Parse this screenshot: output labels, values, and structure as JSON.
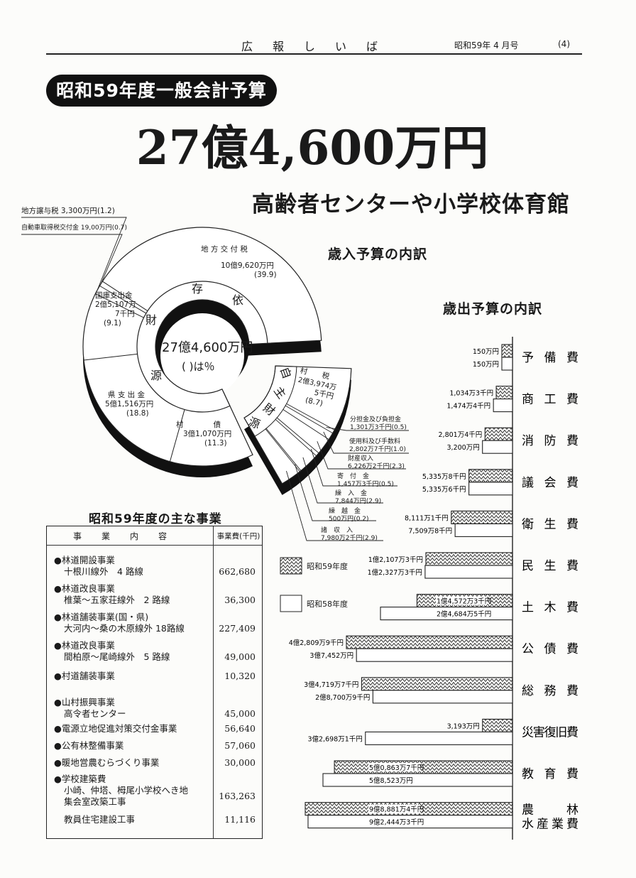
{
  "header": {
    "title": "広　報　し　い　ば",
    "issue": "昭和59年 4 月号",
    "page": "(4)"
  },
  "headline": {
    "badge": "昭和59年度一般会計予算",
    "amount": "27億4,600万円",
    "subtitle": "高齢者センターや小学校体育館"
  },
  "revenue": {
    "title": "歳入予算の内訳",
    "center_total": "27億4,600万円",
    "center_note": "( )は％",
    "dependent_chars": [
      "存",
      "依",
      "財",
      "源"
    ],
    "autonomous_chars": [
      "自",
      "主",
      "財",
      "源"
    ],
    "dependent": [
      {
        "name": "村　　　　債",
        "amount": [
          "3億1,070万円"
        ],
        "pct_label": "(11.3)",
        "pct": 11.3
      },
      {
        "name": "県 支 出 金",
        "amount": [
          "5億1,516万円"
        ],
        "pct_label": "(18.8)",
        "pct": 18.8
      },
      {
        "name": "国庫支出金",
        "amount": [
          "2億5,107万",
          "7千円"
        ],
        "pct_label": "(9.1)",
        "pct": 9.1
      },
      {
        "name": "地方譲与税",
        "amount": [
          "3,300万円"
        ],
        "pct_label": "(1.2)",
        "pct": 1.2
      },
      {
        "name": "自動車取得税交付金",
        "amount": [
          "19,00万円"
        ],
        "pct_label": "(0.7)",
        "pct": 0.7
      },
      {
        "name": "地 方 交 付 税",
        "amount": [
          "10億9,620万円"
        ],
        "pct_label": "(39.9)",
        "pct": 39.9
      }
    ],
    "autonomous": [
      {
        "name": "村　　税",
        "amount": [
          "2億3,974万",
          "5千円"
        ],
        "pct_label": "(8.7)",
        "pct": 8.7
      },
      {
        "name": "分担金及び負担金",
        "amount": [
          "1,301万3千円"
        ],
        "pct_label": "(0.5)",
        "pct": 0.5
      },
      {
        "name": "使用料及び手数料",
        "amount": [
          "2,802万7千円"
        ],
        "pct_label": "(1.0)",
        "pct": 1.0
      },
      {
        "name": "財産収入",
        "amount": [
          "6,226万2千円"
        ],
        "pct_label": "(2.3)",
        "pct": 2.3
      },
      {
        "name": "寄　付　金",
        "amount": [
          "1,457万3千円"
        ],
        "pct_label": "(0.5)",
        "pct": 0.5
      },
      {
        "name": "繰　入　金",
        "amount": [
          "7,844万円"
        ],
        "pct_label": "(2.9)",
        "pct": 2.9
      },
      {
        "name": "繰　越　金",
        "amount": [
          "500万円"
        ],
        "pct_label": "(0.2)",
        "pct": 0.2
      },
      {
        "name": "諸　収　入",
        "amount": [
          "7,980万2千円"
        ],
        "pct_label": "(2.9)",
        "pct": 2.9
      }
    ]
  },
  "expenditure": {
    "title": "歳出予算の内訳",
    "legend": [
      {
        "label": "昭和59年度",
        "style": "hatched"
      },
      {
        "label": "昭和58年度",
        "style": "plain"
      }
    ],
    "unit": "万円",
    "categories": [
      {
        "name": "予　備　費",
        "v59": 150,
        "v58": 150,
        "label59": "150万円",
        "label58": "150万円"
      },
      {
        "name": "商　工　費",
        "v59": 1034.3,
        "v58": 1474.4,
        "label59": "1,034万3千円",
        "label58": "1,474万4千円"
      },
      {
        "name": "消　防　費",
        "v59": 2801.4,
        "v58": 3200,
        "label59": "2,801万4千円",
        "label58": "3,200万円"
      },
      {
        "name": "議　会　費",
        "v59": 5335.8,
        "v58": 5335.6,
        "label59": "5,335万8千円",
        "label58": "5,335万6千円"
      },
      {
        "name": "衛　生　費",
        "v59": 8111.1,
        "v58": 7509.8,
        "label59": "8,111万1千円",
        "label58": "7,509万8千円"
      },
      {
        "name": "民　生　費",
        "v59": 12107.3,
        "v58": 12327.3,
        "label59": "1億2,107万3千円",
        "label58": "1億2,327万3千円"
      },
      {
        "name": "土　木　費",
        "v59": 14572.3,
        "v58": 24684.5,
        "label59": "1億4,572万3千円",
        "label58": "2億4,684万5千円"
      },
      {
        "name": "公　債　費",
        "v59": 42809.9,
        "v58": 37452,
        "label59": "4億2,809万9千円",
        "label58": "3億7,452万円"
      },
      {
        "name": "総　務　費",
        "v59": 34719.7,
        "v58": 28700.9,
        "label59": "3億4,719万7千円",
        "label58": "2億8,700万9千円"
      },
      {
        "name": "災害復旧費",
        "v59": 3193,
        "v58": 32698.1,
        "label59": "3,193万円",
        "label58": "3億2,698万1千円"
      },
      {
        "name": "教　育　費",
        "v59": 50863.7,
        "v58": 58523,
        "label59": "5億0,863万7千円",
        "label58": "5億8,523万円"
      },
      {
        "name": "農　　　林|水産業費",
        "v59": 98881.4,
        "v58": 92444.3,
        "label59": "9億8,881万4千円",
        "label58": "9億2,444万3千円"
      }
    ]
  },
  "projects": {
    "title": "昭和59年度の主な事業",
    "headers": [
      "事業内容",
      "事業費(千円)"
    ],
    "rows": [
      {
        "lines": [
          "●林道開設事業",
          "十根川線外　4 路線"
        ],
        "cost": "662,680"
      },
      {
        "lines": [
          "●林道改良事業",
          "椎葉～五家荘線外　2 路線"
        ],
        "cost": "36,300"
      },
      {
        "lines": [
          "●林道舗装事業(国・県)",
          "大河内～桑の木原線外 18路線"
        ],
        "cost": "227,409"
      },
      {
        "lines": [
          "●林道改良事業",
          "間柏原～尾崎線外　5 路線"
        ],
        "cost": "49,000"
      },
      {
        "lines": [
          "●村道舗装事業"
        ],
        "cost": "10,320"
      },
      {
        "lines": [
          "●山村振興事業",
          "高令者センター"
        ],
        "cost": "45,000"
      },
      {
        "lines": [
          "●電源立地促進対策交付金事業"
        ],
        "cost": "56,640"
      },
      {
        "lines": [
          "●公有林整備事業"
        ],
        "cost": "57,060"
      },
      {
        "lines": [
          "●暖地営農むらづくり事業"
        ],
        "cost": "30,000"
      },
      {
        "lines": [
          "●学校建築費",
          "小崎、仲塔、栂尾小学校へき地",
          "集会室改築工事"
        ],
        "cost": "163,263"
      },
      {
        "lines": [
          "教員住宅建設工事"
        ],
        "cost": "11,116"
      }
    ]
  }
}
